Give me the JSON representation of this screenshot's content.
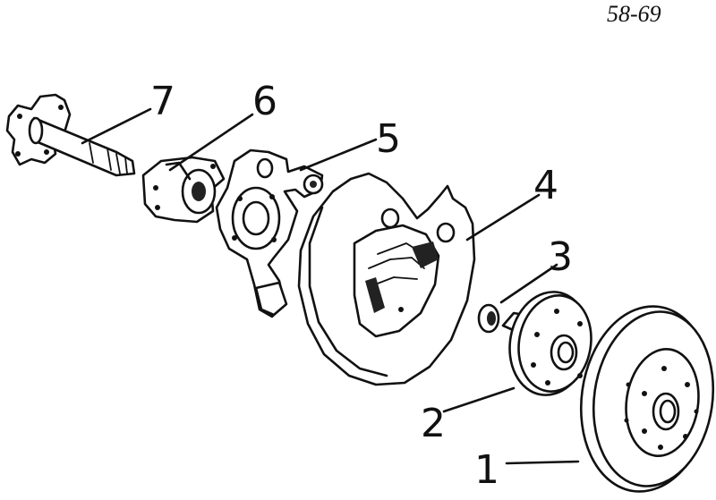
{
  "diagram_code": "58-69",
  "callouts": [
    "1",
    "2",
    "3",
    "4",
    "5",
    "6",
    "7"
  ]
}
